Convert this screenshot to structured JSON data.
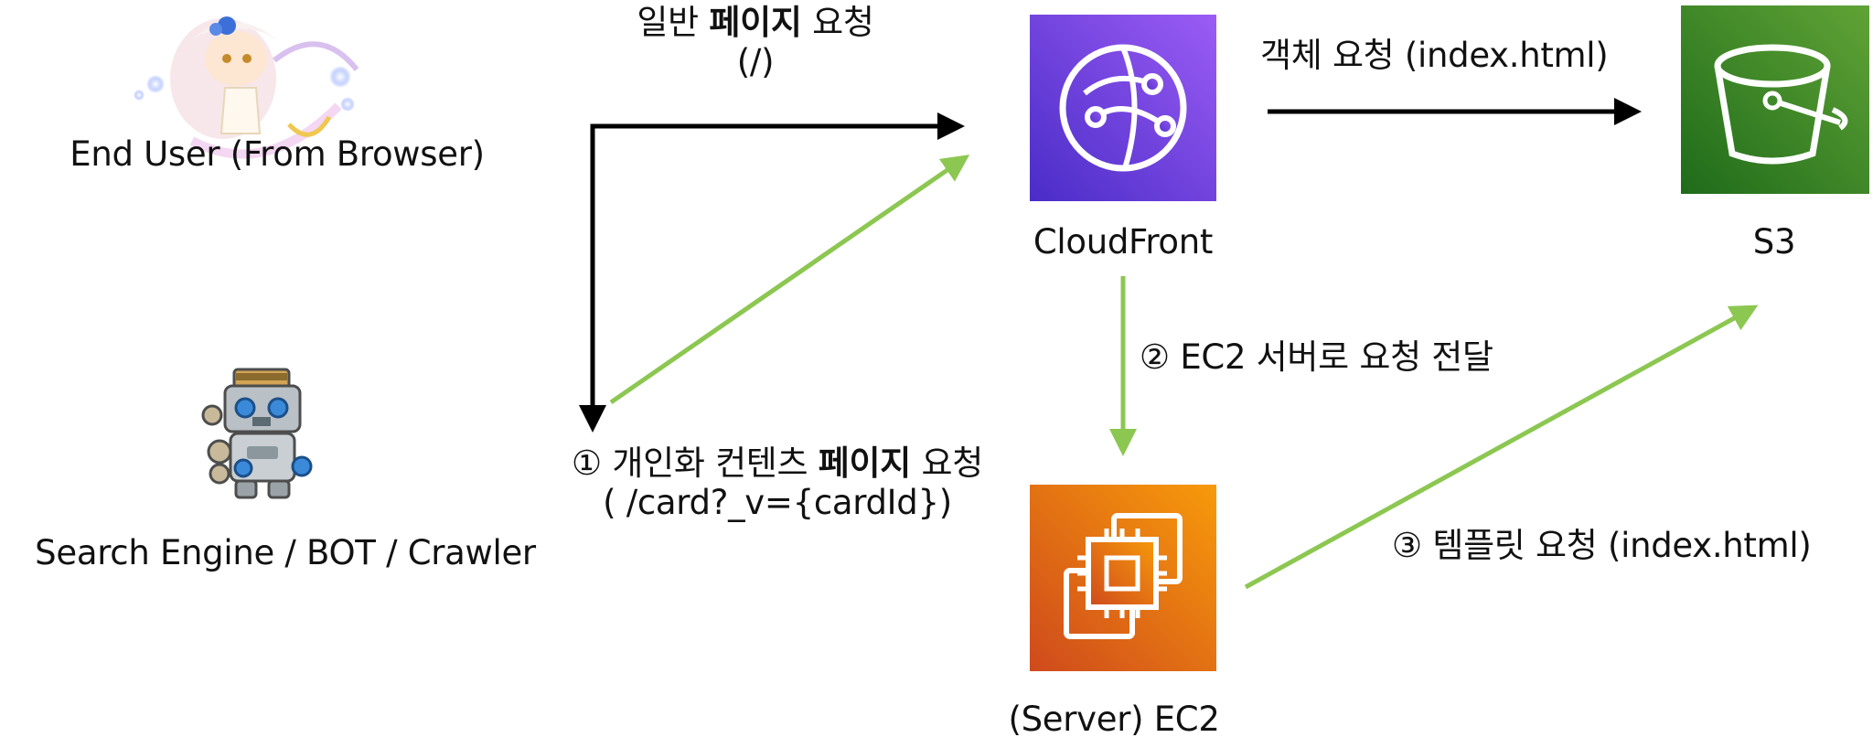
{
  "colors": {
    "black_arrow": "#000000",
    "green_arrow": "#8cc751",
    "cloudfront_top": "#9b5cf5",
    "cloudfront_bottom": "#4a2cc7",
    "ec2_top": "#f79a0b",
    "ec2_bottom": "#cf4a1c",
    "s3_top": "#60a336",
    "s3_bottom": "#1f6b1a"
  },
  "nodes": {
    "end_user": {
      "label": "End User (From Browser)",
      "icon": "end-user-avatar"
    },
    "search_engine": {
      "label": "Search Engine / BOT / Crawler",
      "icon": "robot-avatar"
    },
    "cloudfront": {
      "label": "CloudFront",
      "icon": "cloudfront-icon"
    },
    "s3": {
      "label": "S3",
      "icon": "s3-bucket-icon"
    },
    "ec2": {
      "label": "(Server) EC2",
      "icon": "ec2-icon"
    }
  },
  "edges": {
    "normal_request": {
      "line1_prefix": "일반 ",
      "line1_bold": "페이지",
      "line1_suffix": " 요청",
      "line2": "(/)"
    },
    "object_request": {
      "label": "객체 요청 (index.html)"
    },
    "personalized_request": {
      "line1_prefix": "① 개인화 컨텐츠 ",
      "line1_bold": "페이지",
      "line1_suffix": " 요청",
      "line2": "( /card?_v={cardId})"
    },
    "forward_to_ec2": {
      "label": "② EC2 서버로 요청 전달"
    },
    "template_request": {
      "label": "③ 템플릿 요청 (index.html)"
    }
  }
}
